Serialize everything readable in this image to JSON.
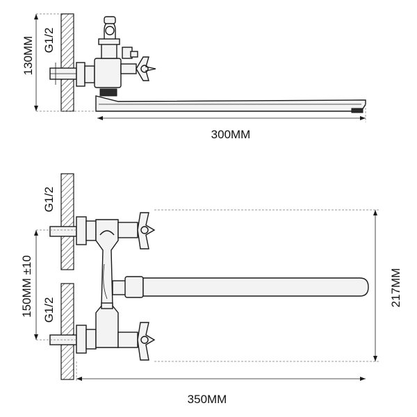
{
  "side_view": {
    "height_label": "130MM",
    "thread_label": "G1/2",
    "length_label": "300MM"
  },
  "front_view": {
    "upper_thread_label": "G1/2",
    "lower_thread_label": "G1/2",
    "center_distance_label": "150MM ±10",
    "height_label": "217MM",
    "length_label": "350MM"
  }
}
